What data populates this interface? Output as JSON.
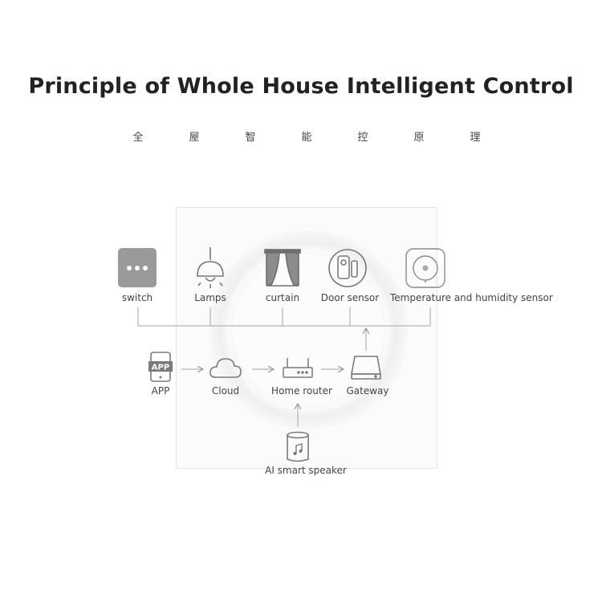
{
  "title": "Principle of Whole House Intelligent Control",
  "subtitle_chars": [
    "全",
    "屋",
    "智",
    "能",
    "控",
    "原",
    "理"
  ],
  "devices": {
    "switch": "switch",
    "lamps": "Lamps",
    "curtain": "curtain",
    "door_sensor": "Door sensor",
    "temp_sensor": "Temperature and humidity sensor"
  },
  "chain": {
    "app": "APP",
    "app_icon_text": "APP",
    "cloud": "Cloud",
    "router": "Home router",
    "gateway": "Gateway"
  },
  "speaker": "AI smart speaker",
  "colors": {
    "line": "#999999",
    "icon": "#7a7a7a",
    "switch_bg": "#9a9a9a"
  }
}
